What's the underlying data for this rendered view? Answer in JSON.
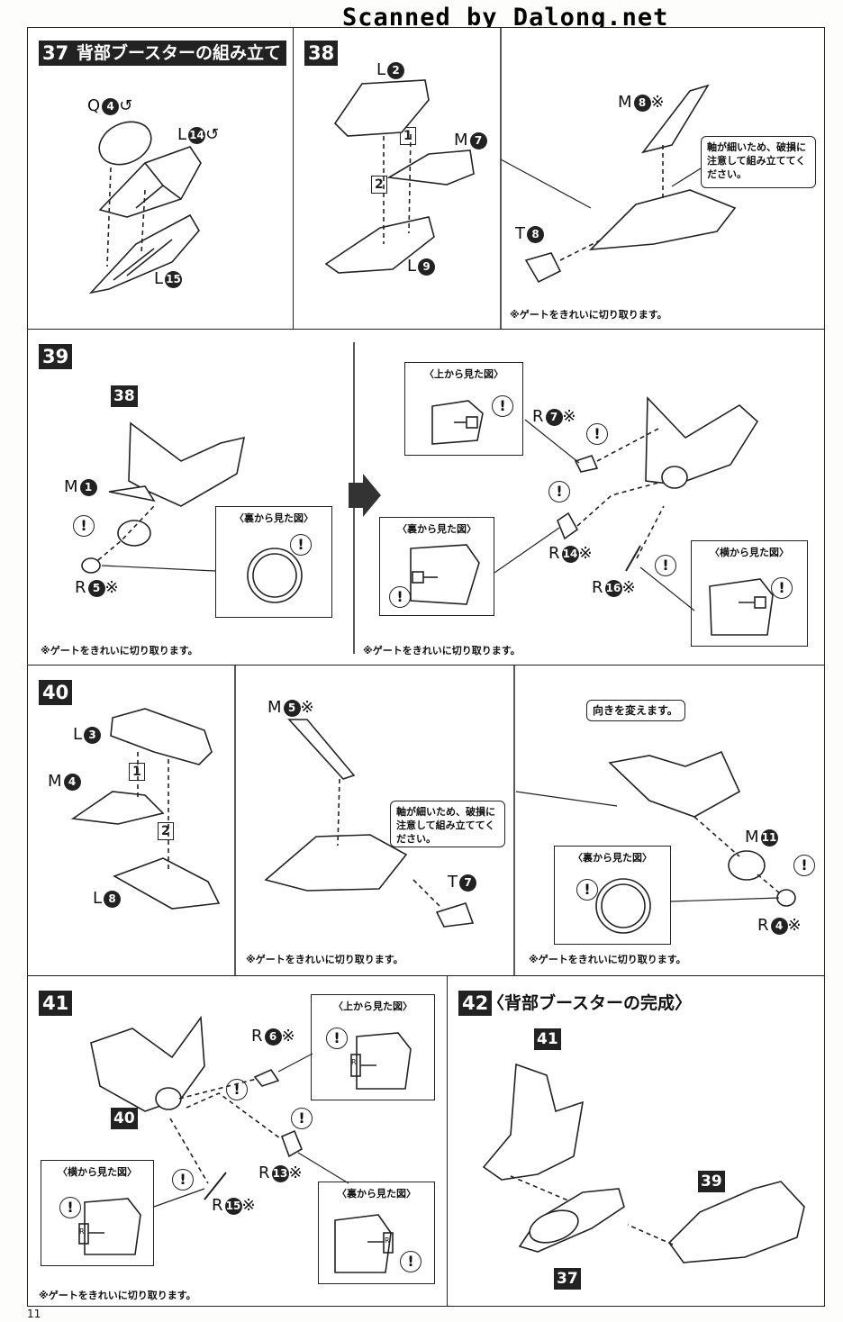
{
  "watermark": "Scanned by Dalong.net",
  "page_number": "11",
  "steps": {
    "s37": {
      "num": "37",
      "title": "背部ブースターの組み立て",
      "labels": [
        {
          "part": "Q",
          "n": "4"
        },
        {
          "part": "L",
          "n": "14"
        },
        {
          "part": "L",
          "n": "15"
        }
      ]
    },
    "s38": {
      "num": "38",
      "labels": [
        {
          "part": "L",
          "n": "2"
        },
        {
          "part": "M",
          "n": "7"
        },
        {
          "part": "L",
          "n": "9"
        },
        {
          "part": "M",
          "n": "8",
          "mark": "※"
        },
        {
          "part": "T",
          "n": "8"
        }
      ],
      "order": [
        "1",
        "2"
      ],
      "callout": "軸が細いため、破損に注意して組み立ててください。",
      "gate_note": "※ゲートをきれいに切り取ります。"
    },
    "s39": {
      "num": "39",
      "ref": "38",
      "labels": [
        {
          "part": "M",
          "n": "1"
        },
        {
          "part": "R",
          "n": "5",
          "mark": "※"
        },
        {
          "part": "R",
          "n": "7",
          "mark": "※"
        },
        {
          "part": "R",
          "n": "14",
          "mark": "※"
        },
        {
          "part": "R",
          "n": "16",
          "mark": "※"
        }
      ],
      "view_back": "〈裏から見た図〉",
      "view_top": "〈上から見た図〉",
      "view_side": "〈横から見た図〉",
      "gate_note": "※ゲートをきれいに切り取ります。"
    },
    "s40": {
      "num": "40",
      "labels": [
        {
          "part": "L",
          "n": "3"
        },
        {
          "part": "M",
          "n": "4"
        },
        {
          "part": "L",
          "n": "8"
        },
        {
          "part": "M",
          "n": "5",
          "mark": "※"
        },
        {
          "part": "T",
          "n": "7"
        },
        {
          "part": "M",
          "n": "11"
        },
        {
          "part": "R",
          "n": "4",
          "mark": "※"
        }
      ],
      "order": [
        "1",
        "2"
      ],
      "callout": "軸が細いため、破損に注意して組み立ててください。",
      "turn_note": "向きを変えます。",
      "view_back": "〈裏から見た図〉",
      "gate_note": "※ゲートをきれいに切り取ります。"
    },
    "s41": {
      "num": "41",
      "ref": "40",
      "labels": [
        {
          "part": "R",
          "n": "6",
          "mark": "※"
        },
        {
          "part": "R",
          "n": "13",
          "mark": "※"
        },
        {
          "part": "R",
          "n": "15",
          "mark": "※"
        }
      ],
      "view_top": "〈上から見た図〉",
      "view_side": "〈横から見た図〉",
      "view_back": "〈裏から見た図〉",
      "gate_note": "※ゲートをきれいに切り取ります。"
    },
    "s42": {
      "num": "42",
      "title": "〈背部ブースターの完成〉",
      "refs": [
        "41",
        "39",
        "37"
      ]
    }
  },
  "tags": {
    "L": "L",
    "R": "R"
  },
  "excl": "!"
}
